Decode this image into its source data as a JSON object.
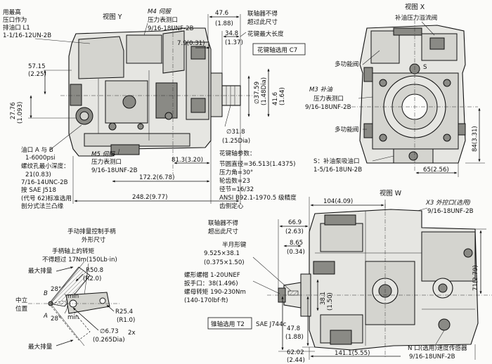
{
  "view_y": {
    "title": "视图 Y",
    "top_left_note": [
      "用最高",
      "压口作为",
      "排油口 L1",
      "1-1/16-12UN-2B"
    ],
    "m4_note": [
      "M4 伺服",
      "压力表测口",
      "9/16-18UNF-2B"
    ],
    "right_note": [
      "联轴器不得",
      "超过此尺寸"
    ],
    "spline_max_len": "花键最大长度",
    "spline_option": "花键轴选用 C7",
    "dims": {
      "d47_6": "47.6",
      "d47_6_in": "(1.88)",
      "d34_8": "34.8",
      "d34_8_in": "(1.37)",
      "d7_9": "7.9(0.31)",
      "d57_15": "57.15",
      "d57_15_in": "(2.25)",
      "d27_76": "27.76",
      "d27_76_in": "(1.093)",
      "d37_59": "∅37.59",
      "d37_59_in": "(1.48Dia)",
      "d41_6": "41.6",
      "d41_6_in": "(1.64)",
      "d31_8": "∅31.8",
      "d31_8_in": "(1.25Dia)",
      "d81_3": "81.3(3.20)",
      "d172_2": "172.2(6.78)",
      "d248_2": "248.2(9.77)"
    },
    "port_ab_note": [
      "油口 A 与 B",
      "1-6000psi",
      "螺纹孔最小深度：",
      "21(0.83)",
      "7/16-14UNC-2B",
      "按 SAE J518",
      "(代号 62)标准选用",
      "剖分式法兰凸缘"
    ],
    "m5_note": [
      "M5 伺服",
      "压力表测口",
      "9/16-18UNF-2B"
    ],
    "spline_params": [
      "花键轴参数：",
      "节圆直径=36.513(1.4375)",
      "压力角=30°",
      "轮齿数=23",
      "径节=16/32",
      "ANSI B92.1-1970.5 级精度",
      "齿侧定心"
    ]
  },
  "view_x": {
    "title": "视图 X",
    "labels": {
      "makeup_relief": "补油压力溢流阀",
      "multi1": "多功能阀",
      "s_mark": "S",
      "m3": [
        "M3 补油",
        "压力表测口",
        "9/16-18UNF-2B"
      ],
      "multi2": "多功能阀",
      "s_port": [
        "S：补油泵吸油口",
        "1-5/16-18UN-2B"
      ]
    },
    "dims": {
      "d84": "84(3.31)",
      "d65": "65(2.56)"
    }
  },
  "view_w": {
    "title": "视图 W",
    "dims": {
      "d104": "104(4.09)",
      "d66_9": "66.9",
      "d66_9_in": "(2.63)",
      "d8_65": "8.65",
      "d8_65_in": "(0.34)",
      "d38_1": "38.1",
      "d38_1_in": "(1.50)",
      "d71_2": "71(2.79)",
      "d47_8": "47.8",
      "d47_8_in": "(1.88)",
      "d62_02": "62.02",
      "d62_02_in": "(2.44)",
      "d141_1": "141.1(5.55)"
    },
    "x3_note": [
      "X3 外控口(选用)",
      "9/16-18UNF-2B"
    ],
    "coupling_note": [
      "联轴器不得",
      "超出此尺寸"
    ],
    "woodruff": [
      "半月形键",
      "9.525×38.1",
      "(0.375×1.50)"
    ],
    "nut_note": [
      "螺形螺帽 1-20UNEF",
      "扳手口：38(1.496)",
      "螺母转矩 190-230Nm",
      "(140-170lbf·ft)"
    ],
    "taper_option": "锥轴选用 T2",
    "sae": "SAE J744c",
    "n_port": [
      "N 口(选用)速度传感器",
      "9/16-18UNF-2B"
    ]
  },
  "handle": {
    "title": [
      "手动排量控制手柄",
      "外形尺寸"
    ],
    "torque": [
      "手柄轴上的转矩",
      "不得超过 17Nm(150Lb·in)"
    ],
    "max_disp": "最大排量",
    "max_disp2": "最大排量",
    "neutral": [
      "中立",
      "位置"
    ],
    "b": "B",
    "a": "A",
    "ang1": "28°",
    "ang1_sub": "min",
    "ang2": "28°",
    "ang2_sub": "min",
    "r50": "R50.8",
    "r50_in": "(R2.0)",
    "r25": "R25.4",
    "r25_in": "(R1.0)",
    "d6_73": "∅6.73",
    "d6_73_in": "(0.265Dia)",
    "qty": "2x"
  }
}
